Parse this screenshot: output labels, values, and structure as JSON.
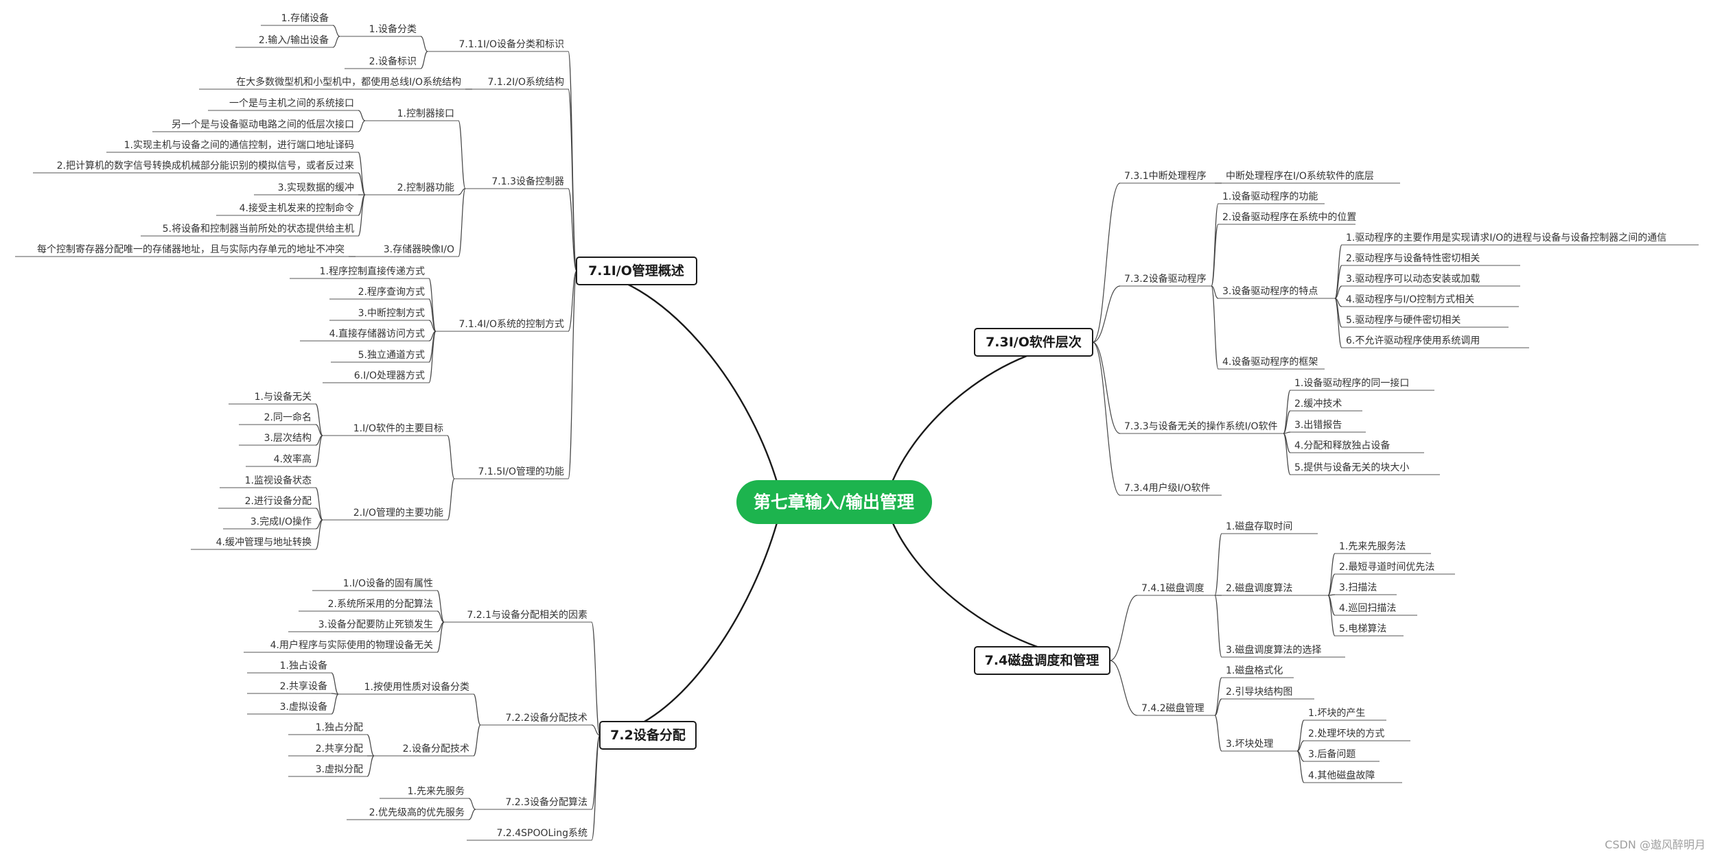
{
  "root": "第七章输入/输出管理",
  "left": [
    {
      "label": "7.1I/O管理概述",
      "children": [
        {
          "label": "7.1.1I/O设备分类和标识",
          "children": [
            {
              "label": "1.设备分类",
              "children": [
                {
                  "label": "1.存储设备"
                },
                {
                  "label": "2.输入/输出设备"
                }
              ]
            },
            {
              "label": "2.设备标识"
            }
          ]
        },
        {
          "label": "7.1.2I/O系统结构",
          "children": [
            {
              "label": "在大多数微型机和小型机中，都使用总线I/O系统结构"
            }
          ]
        },
        {
          "label": "7.1.3设备控制器",
          "children": [
            {
              "label": "1.控制器接口",
              "children": [
                {
                  "label": "一个是与主机之间的系统接口"
                },
                {
                  "label": "另一个是与设备驱动电路之间的低层次接口"
                }
              ]
            },
            {
              "label": "2.控制器功能",
              "children": [
                {
                  "label": "1.实现主机与设备之间的通信控制，进行端口地址译码"
                },
                {
                  "label": "2.把计算机的数字信号转换成机械部分能识别的模拟信号，或者反过来"
                },
                {
                  "label": "3.实现数据的缓冲"
                },
                {
                  "label": "4.接受主机发来的控制命令"
                },
                {
                  "label": "5.将设备和控制器当前所处的状态提供给主机"
                }
              ]
            },
            {
              "label": "3.存储器映像I/O",
              "children": [
                {
                  "label": "每个控制寄存器分配唯一的存储器地址，且与实际内存单元的地址不冲突"
                }
              ]
            }
          ]
        },
        {
          "label": "7.1.4I/O系统的控制方式",
          "children": [
            {
              "label": "1.程序控制直接传递方式"
            },
            {
              "label": "2.程序查询方式"
            },
            {
              "label": "3.中断控制方式"
            },
            {
              "label": "4.直接存储器访问方式"
            },
            {
              "label": "5.独立通道方式"
            },
            {
              "label": "6.I/O处理器方式"
            }
          ]
        },
        {
          "label": "7.1.5I/O管理的功能",
          "children": [
            {
              "label": "1.I/O软件的主要目标",
              "children": [
                {
                  "label": "1.与设备无关"
                },
                {
                  "label": "2.同一命名"
                },
                {
                  "label": "3.层次结构"
                },
                {
                  "label": "4.效率高"
                }
              ]
            },
            {
              "label": "2.I/O管理的主要功能",
              "children": [
                {
                  "label": "1.监视设备状态"
                },
                {
                  "label": "2.进行设备分配"
                },
                {
                  "label": "3.完成I/O操作"
                },
                {
                  "label": "4.缓冲管理与地址转换"
                }
              ]
            }
          ]
        }
      ]
    },
    {
      "label": "7.2设备分配",
      "children": [
        {
          "label": "7.2.1与设备分配相关的因素",
          "children": [
            {
              "label": "1.I/O设备的固有属性"
            },
            {
              "label": "2.系统所采用的分配算法"
            },
            {
              "label": "3.设备分配要防止死锁发生"
            },
            {
              "label": "4.用户程序与实际使用的物理设备无关"
            }
          ]
        },
        {
          "label": "7.2.2设备分配技术",
          "children": [
            {
              "label": "1.按使用性质对设备分类",
              "children": [
                {
                  "label": "1.独占设备"
                },
                {
                  "label": "2.共享设备"
                },
                {
                  "label": "3.虚拟设备"
                }
              ]
            },
            {
              "label": "2.设备分配技术",
              "children": [
                {
                  "label": "1.独占分配"
                },
                {
                  "label": "2.共享分配"
                },
                {
                  "label": "3.虚拟分配"
                }
              ]
            }
          ]
        },
        {
          "label": "7.2.3设备分配算法",
          "children": [
            {
              "label": "1.先来先服务"
            },
            {
              "label": "2.优先级高的优先服务"
            }
          ]
        },
        {
          "label": "7.2.4SPOOLing系统"
        }
      ]
    }
  ],
  "right": [
    {
      "label": "7.3I/O软件层次",
      "children": [
        {
          "label": "7.3.1中断处理程序",
          "children": [
            {
              "label": "中断处理程序在I/O系统软件的底层"
            }
          ]
        },
        {
          "label": "7.3.2设备驱动程序",
          "children": [
            {
              "label": "1.设备驱动程序的功能"
            },
            {
              "label": "2.设备驱动程序在系统中的位置"
            },
            {
              "label": "3.设备驱动程序的特点",
              "children": [
                {
                  "label": "1.驱动程序的主要作用是实现请求I/O的进程与设备与设备控制器之间的通信"
                },
                {
                  "label": "2.驱动程序与设备特性密切相关"
                },
                {
                  "label": "3.驱动程序可以动态安装或加载"
                },
                {
                  "label": "4.驱动程序与I/O控制方式相关"
                },
                {
                  "label": "5.驱动程序与硬件密切相关"
                },
                {
                  "label": "6.不允许驱动程序使用系统调用"
                }
              ]
            },
            {
              "label": "4.设备驱动程序的框架"
            }
          ]
        },
        {
          "label": "7.3.3与设备无关的操作系统I/O软件",
          "children": [
            {
              "label": "1.设备驱动程序的同一接口"
            },
            {
              "label": "2.缓冲技术"
            },
            {
              "label": "3.出错报告"
            },
            {
              "label": "4.分配和释放独占设备"
            },
            {
              "label": "5.提供与设备无关的块大小"
            }
          ]
        },
        {
          "label": "7.3.4用户级I/O软件"
        }
      ]
    },
    {
      "label": "7.4磁盘调度和管理",
      "children": [
        {
          "label": "7.4.1磁盘调度",
          "children": [
            {
              "label": "1.磁盘存取时间"
            },
            {
              "label": "2.磁盘调度算法",
              "children": [
                {
                  "label": "1.先来先服务法"
                },
                {
                  "label": "2.最短寻道时间优先法"
                },
                {
                  "label": "3.扫描法"
                },
                {
                  "label": "4.巡回扫描法"
                },
                {
                  "label": "5.电梯算法"
                }
              ]
            },
            {
              "label": "3.磁盘调度算法的选择"
            }
          ]
        },
        {
          "label": "7.4.2磁盘管理",
          "children": [
            {
              "label": "1.磁盘格式化"
            },
            {
              "label": "2.引导块结构图"
            },
            {
              "label": "3.坏块处理",
              "children": [
                {
                  "label": "1.坏块的产生"
                },
                {
                  "label": "2.处理坏块的方式"
                },
                {
                  "label": "3.后备问题"
                },
                {
                  "label": "4.其他磁盘故障"
                }
              ]
            }
          ]
        }
      ]
    }
  ],
  "watermark": "CSDN @遨风醉明月",
  "colors": {
    "center": "#1db44e",
    "text": "#333333",
    "line": "#444444"
  }
}
